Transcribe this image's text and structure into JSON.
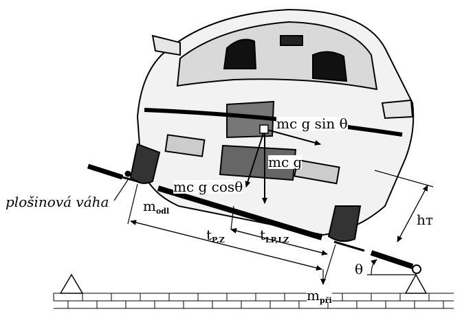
{
  "labels": {
    "scale_name": "plošinová váha",
    "force_sin": {
      "main": "mc g sin",
      "theta": "θ"
    },
    "force_g": "mc g",
    "force_cos": {
      "main": "mc g cos",
      "theta": "θ"
    },
    "m_odl": {
      "main": "m",
      "sub": "odl"
    },
    "t_pz": {
      "main": "t",
      "sub": "P,Z"
    },
    "t_lplz": {
      "main": "t",
      "sub": "LP,LZ"
    },
    "h_t": "hт",
    "theta": "θ",
    "m_pri": {
      "main": "m",
      "sub": "při"
    }
  }
}
